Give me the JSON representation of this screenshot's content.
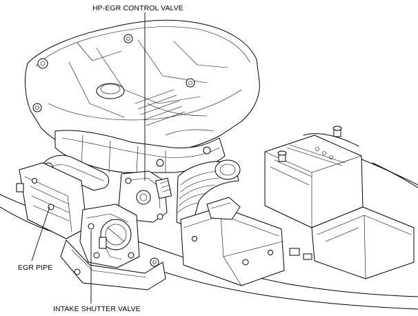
{
  "labels": {
    "hp_egr_control_valve": "HP-EGR CONTROL VALVE",
    "egr_pipe": "EGR PIPE",
    "intake_shutter_valve": "INTAKE SHUTTER VALVE"
  },
  "colors": {
    "line": "#000000",
    "background": "#ffffff"
  }
}
